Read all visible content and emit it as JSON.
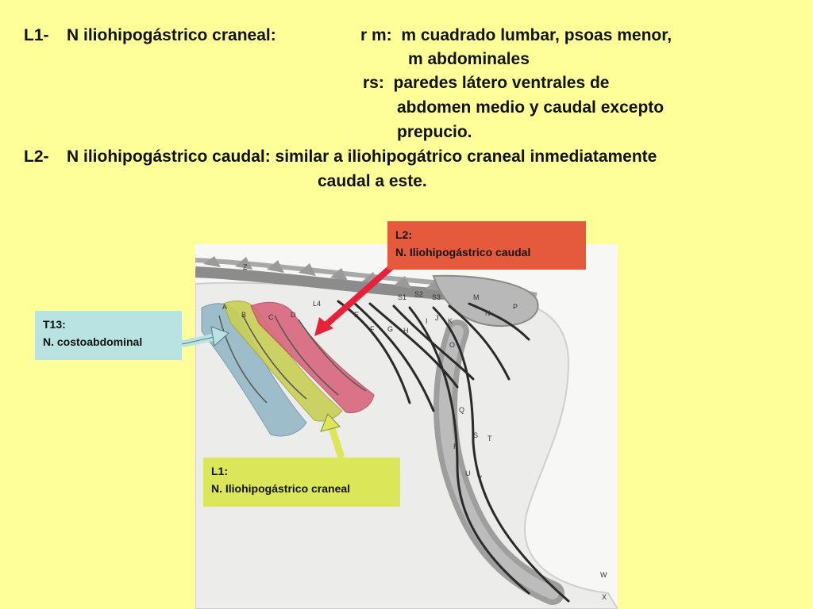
{
  "text": {
    "l1_code": "L1-",
    "l1_nerve": "N iliohipogástrico craneal:",
    "rm_line1": "r m:  m cuadrado lumbar, psoas menor,",
    "rm_line2": "m abdominales",
    "rs_line1": "rs:  paredes látero ventrales de",
    "rs_line2": "abdomen medio y caudal excepto",
    "rs_line3": "prepucio.",
    "l2_code": "L2-",
    "l2_nerve": "N iliohipogástrico caudal: similar a iliohipogátrico craneal inmediatamente",
    "l2_line2": "caudal a este."
  },
  "labels": {
    "l2": {
      "title": "L2:",
      "name": "N.  Iliohipogástrico caudal",
      "color": "#e55a3d"
    },
    "t13": {
      "title": "T13:",
      "name": "N. costoabdominal",
      "color": "#b9e3e3"
    },
    "l1": {
      "title": "L1:",
      "name": "N.  Iliohipogástrico craneal",
      "color": "#dbe659"
    }
  },
  "diagram_letters": [
    "Z",
    "A",
    "B",
    "C",
    "D",
    "L4",
    "S1",
    "S2",
    "S3",
    "M",
    "N",
    "P",
    "E",
    "F",
    "G",
    "H",
    "I",
    "J",
    "K",
    "O",
    "Q",
    "R",
    "S",
    "T",
    "U",
    "V",
    "W",
    "X"
  ],
  "colors": {
    "background": "#ffff99",
    "t13_region": "#8fb5c4",
    "l1_region": "#c9cf55",
    "l2_region": "#d9677e",
    "l2_arrow": "#e8213a"
  }
}
